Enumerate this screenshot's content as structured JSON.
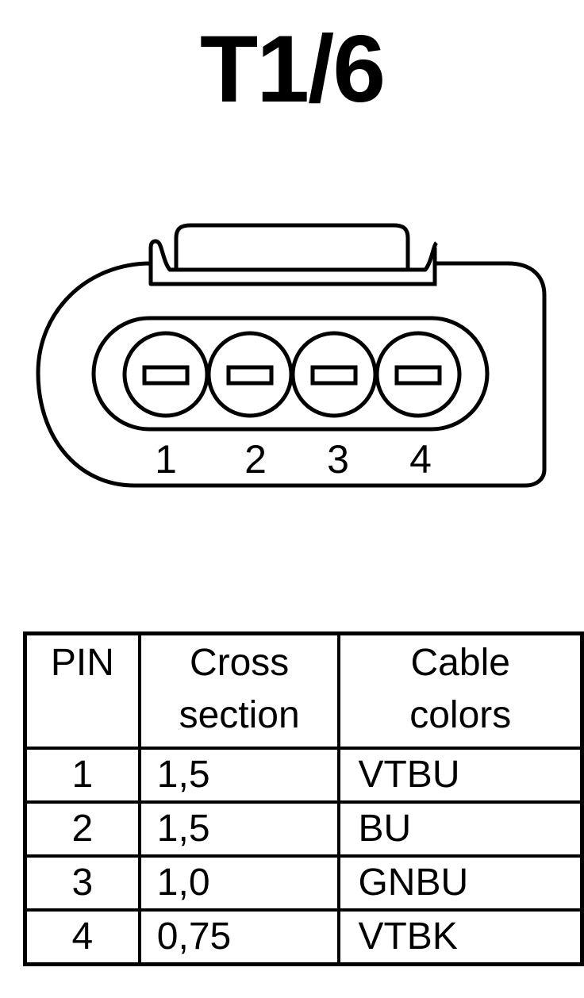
{
  "title": "T1/6",
  "connector": {
    "pins": [
      "1",
      "2",
      "3",
      "4"
    ]
  },
  "table": {
    "headers": {
      "pin": "PIN",
      "cross_section": [
        "Cross",
        "section"
      ],
      "cable_colors": [
        "Cable",
        "colors"
      ]
    },
    "rows": [
      {
        "pin": "1",
        "cross_section": "1,5",
        "color": "VTBU"
      },
      {
        "pin": "2",
        "cross_section": "1,5",
        "color": "BU"
      },
      {
        "pin": "3",
        "cross_section": "1,0",
        "color": "GNBU"
      },
      {
        "pin": "4",
        "cross_section": "0,75",
        "color": "VTBK"
      }
    ]
  }
}
